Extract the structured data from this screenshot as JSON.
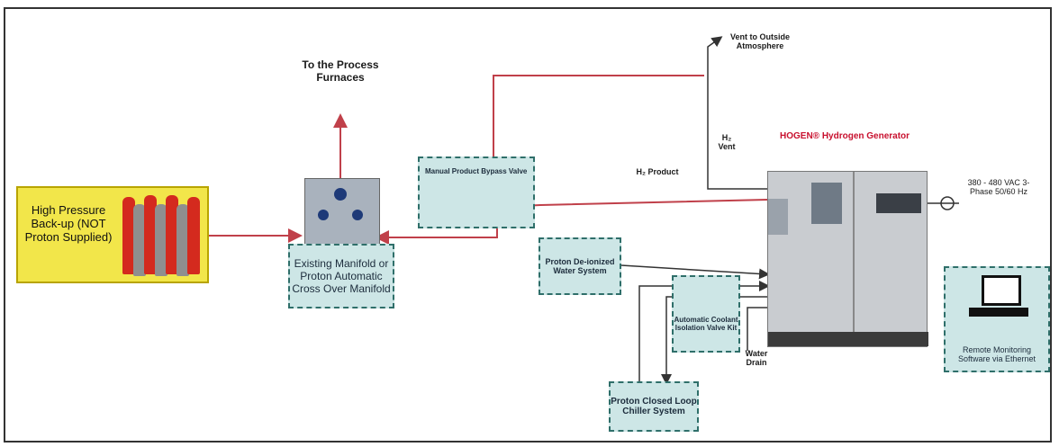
{
  "labels": {
    "high_pressure": "High Pressure Back-up (NOT Proton Supplied)",
    "to_furnaces": "To the Process Furnaces",
    "manifold": "Existing Manifold or Proton Automatic Cross Over Manifold",
    "bypass_valve": "Manual Product Bypass Valve",
    "h2_product": "H₂ Product",
    "vent_outside": "Vent to Outside Atmosphere",
    "h2_vent": "H₂ Vent",
    "hogen_title": "HOGEN® Hydrogen Generator",
    "power": "380 - 480 VAC 3-Phase 50/60 Hz",
    "water_system": "Proton De-ionized Water System",
    "coolant_kit": "Automatic Coolant Isolation Valve Kit",
    "water_drain": "Water Drain",
    "chiller": "Proton Closed Loop Chiller System",
    "remote": "Remote Monitoring Software via Ethernet"
  },
  "colors": {
    "pipe": "#c0404a",
    "box_fill": "#cde6e6",
    "box_border": "#2f6f6a",
    "cylinder": "#d42a1e",
    "backup_fill": "#f2e64a",
    "title_red": "#c8102e"
  }
}
